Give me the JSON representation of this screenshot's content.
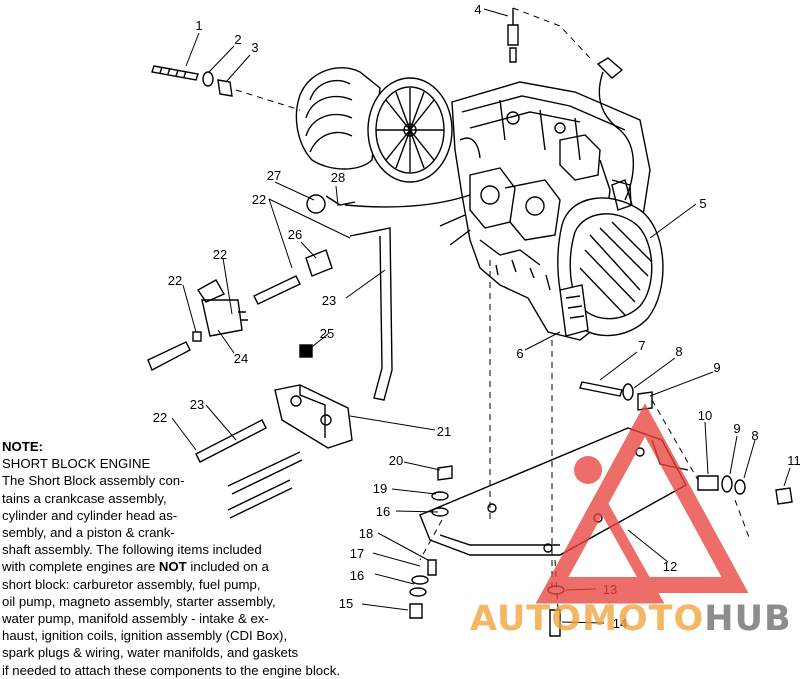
{
  "callouts": [
    "1",
    "2",
    "3",
    "4",
    "5",
    "6",
    "7",
    "8",
    "9",
    "10",
    "9",
    "8",
    "11",
    "12",
    "13",
    "14",
    "15",
    "16",
    "17",
    "18",
    "16",
    "19",
    "20",
    "21",
    "22",
    "23",
    "22",
    "22",
    "23",
    "24",
    "25",
    "26",
    "27",
    "28",
    "22"
  ],
  "note": {
    "title": "NOTE:",
    "lines": [
      "SHORT BLOCK ENGINE",
      "The Short Block assembly con-",
      "tains a crankcase assembly,",
      "cylinder and cylinder head as-",
      "sembly, and a piston & crank-",
      "shaft assembly.  The following items included",
      "with complete engines are ",
      "short block:  carburetor assembly, fuel pump,",
      "oil pump, magneto assembly, starter assembly,",
      "water pump, manifold assembly - intake & ex-",
      "haust, ignition coils, ignition assembly (CDI Box),",
      "spark plugs & wiring, water manifolds, and gaskets",
      "if needed to attach these components to the engine block."
    ],
    "emphasis": "NOT",
    "line7_suffix": " included on a"
  },
  "watermark": {
    "part1": "AUTO",
    "part2": "MOTO",
    "part3": "HUB",
    "colors": {
      "red": "#e8463e",
      "orange": "#f2a33a",
      "gray": "#6e6e6e"
    }
  }
}
